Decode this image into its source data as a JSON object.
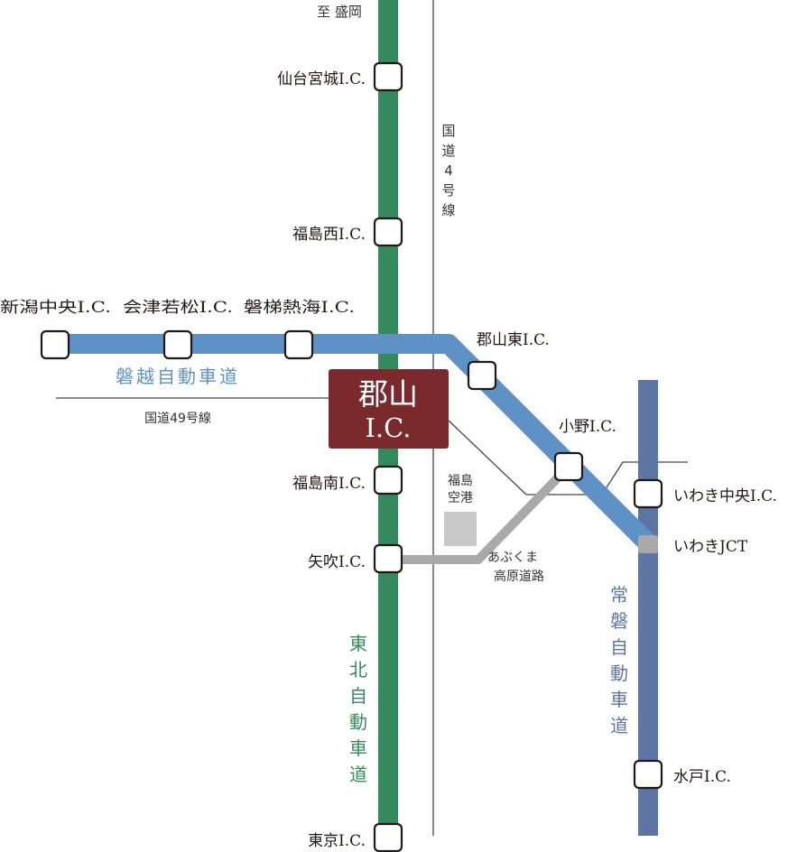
{
  "colors": {
    "tohoku": "#358a5d",
    "banetsu": "#5e92c6",
    "joban": "#5c75a4",
    "abukuma": "#a9a9a9",
    "koriyama_box": "#7a2a2c",
    "text_dark": "#231815"
  },
  "top_label": "至 盛岡",
  "routes": {
    "tohoku": "東北自動車道",
    "banetsu": "磐越自動車道",
    "joban": "常磐自動車道",
    "route4": "国道4号線",
    "route49": "国道49号線",
    "abukuma_1": "あぶくま",
    "abukuma_2": "高原道路"
  },
  "airport": {
    "line1": "福島",
    "line2": "空港"
  },
  "koriyama": {
    "line1": "郡山",
    "line2": "I.C."
  },
  "interchanges": {
    "sendai": "仙台宮城I.C.",
    "fukushima_nishi": "福島西I.C.",
    "niigata": "新潟中央I.C.",
    "aizu": "会津若松I.C.",
    "bandai": "磐梯熱海I.C.",
    "koriyama_higashi": "郡山東I.C.",
    "ono": "小野I.C.",
    "iwaki_chuo": "いわき中央I.C.",
    "iwaki_jct": "いわきJCT",
    "fukushima_minami": "福島南I.C.",
    "yabuki": "矢吹I.C.",
    "mito": "水戸I.C.",
    "tokyo": "東京I.C."
  }
}
